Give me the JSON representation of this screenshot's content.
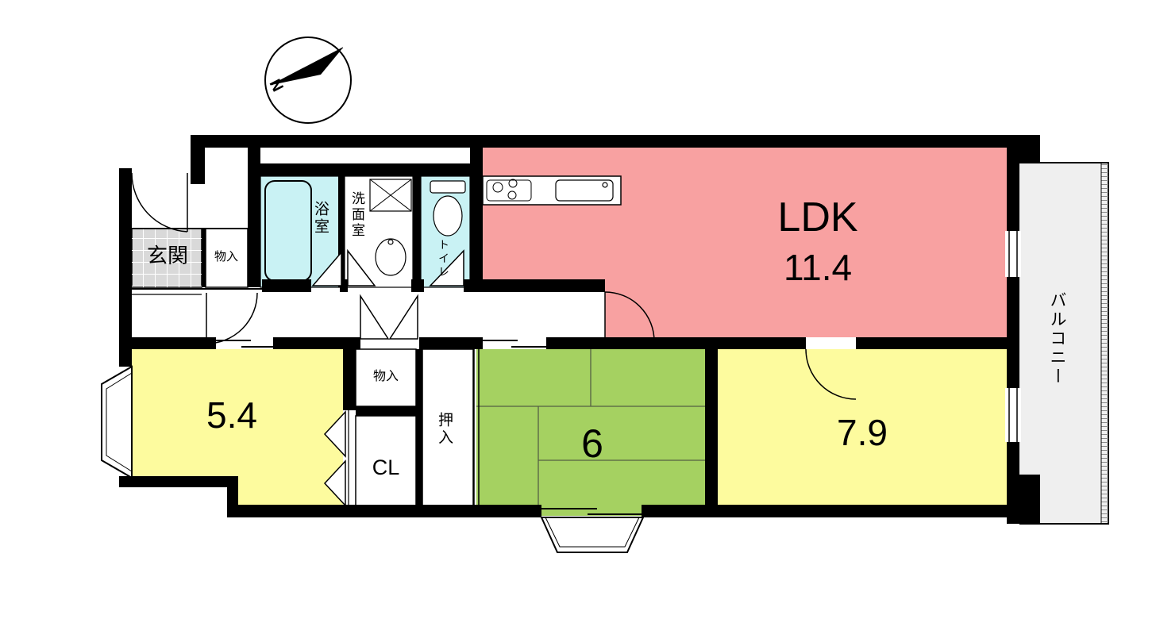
{
  "compass": {
    "label": "N"
  },
  "rooms": {
    "genkan": {
      "label": "玄関"
    },
    "storage_upper": {
      "label": "物入"
    },
    "bathroom": {
      "label": "浴室"
    },
    "washroom": {
      "label": "洗面室"
    },
    "toilet": {
      "label": "トイレ"
    },
    "ldk": {
      "label": "LDK",
      "size": "11.4"
    },
    "balcony": {
      "label": "バルコニー"
    },
    "room_5_4": {
      "label": "5.4"
    },
    "storage_lower": {
      "label": "物入"
    },
    "closet": {
      "label": "CL"
    },
    "oshiire": {
      "label": "押入"
    },
    "tatami": {
      "label": "6"
    },
    "room_7_9": {
      "label": "7.9"
    }
  },
  "colors": {
    "ldk_pink": "#F8A1A1",
    "room_yellow": "#FDFB9E",
    "tatami_green": "#A5D161",
    "water_cyan": "#C9F2F4",
    "genkan_gray": "#D9D9D9",
    "balcony_gray": "#EFEFEF",
    "wall_black": "#000000"
  }
}
